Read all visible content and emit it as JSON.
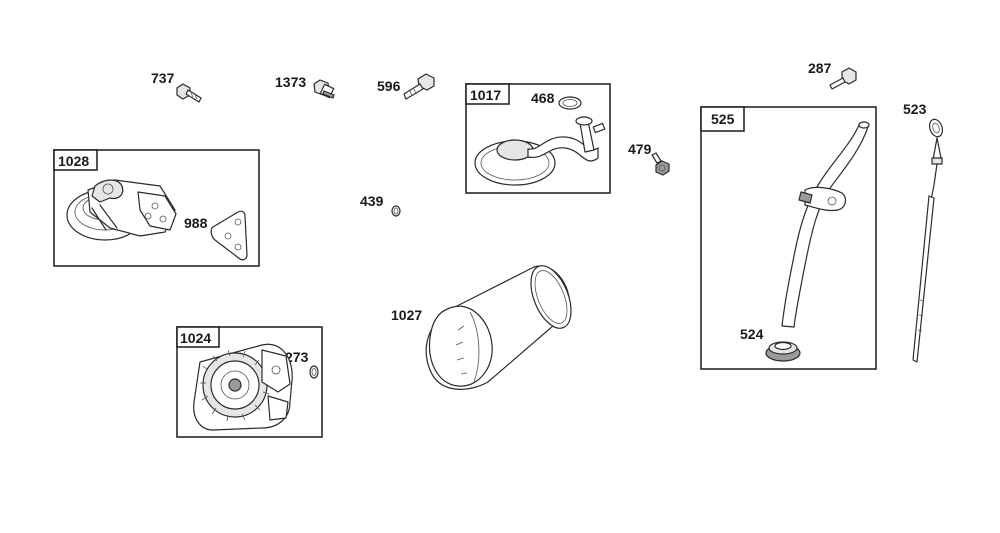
{
  "parts": {
    "p737": "737",
    "p1373": "1373",
    "p596": "596",
    "p1017": "1017",
    "p468": "468",
    "p479": "479",
    "p287": "287",
    "p523": "523",
    "p525": "525",
    "p1028": "1028",
    "p988": "988",
    "p439": "439",
    "p1027": "1027",
    "p524": "524",
    "p1024": "1024",
    "p273": "273"
  }
}
